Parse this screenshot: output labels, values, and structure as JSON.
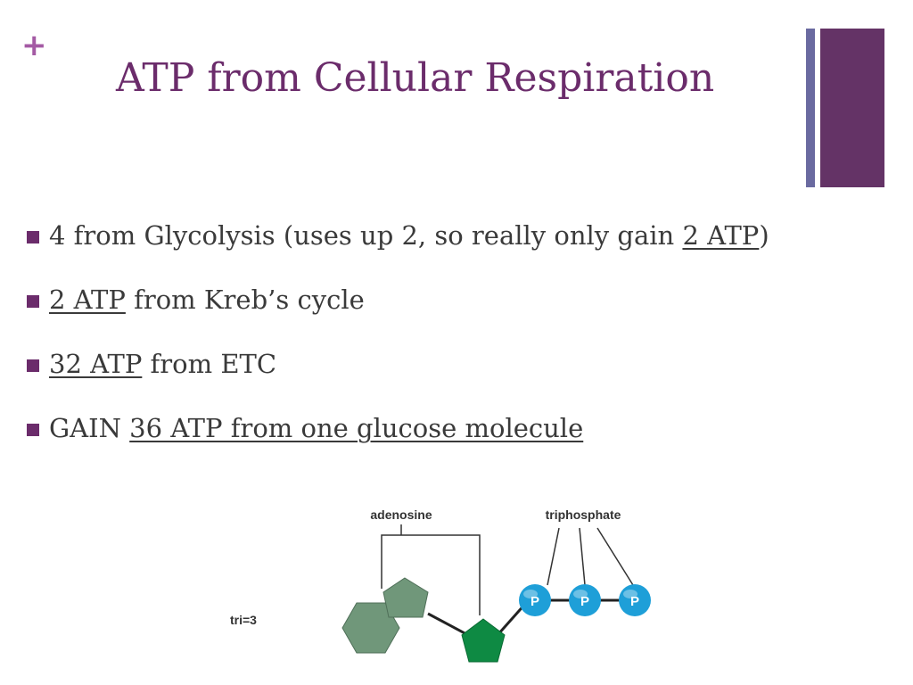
{
  "slide": {
    "title": "ATP from Cellular Respiration",
    "plus_glyph": "+"
  },
  "bullets": [
    {
      "parts": [
        {
          "text": "4 from Glycolysis (uses up 2, so really only gain "
        },
        {
          "text": "2 ATP",
          "underline": true
        },
        {
          "text": ")"
        }
      ]
    },
    {
      "parts": [
        {
          "text": "2 ATP",
          "underline": true
        },
        {
          "text": " from Kreb’s cycle"
        }
      ]
    },
    {
      "parts": [
        {
          "text": "32 ATP",
          "underline": true
        },
        {
          "text": " from ETC"
        }
      ]
    },
    {
      "parts": [
        {
          "text": "GAIN "
        },
        {
          "text": "36 ATP from one glucose molecule",
          "underline": true
        }
      ]
    }
  ],
  "diagram": {
    "adenosine_label": "adenosine",
    "triphosphate_label": "triphosphate",
    "tri_note": "tri=3",
    "phosphate_symbol": "P"
  },
  "colors": {
    "title": "#6b2c6b",
    "plus": "#a45aa4",
    "bullet_marker": "#6b2c6b",
    "bar_thin": "#6a6aa0",
    "bar_thick": "#643366",
    "base_green": "#70977a",
    "ribose_green": "#0e8a43",
    "phosphate_blue": "#1e9fd8"
  }
}
